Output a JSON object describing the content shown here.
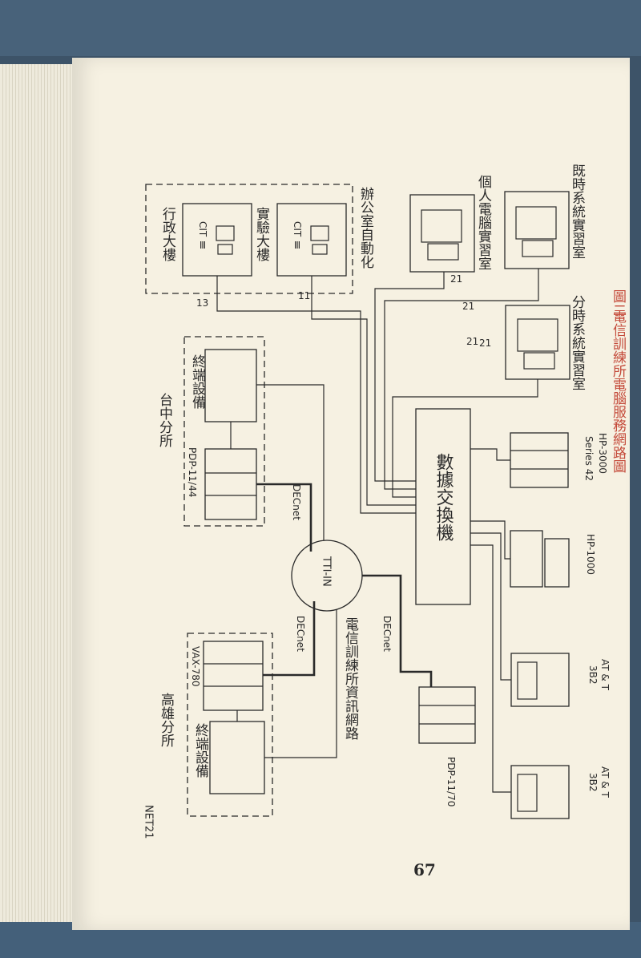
{
  "header": {
    "title": "電信訓練所電腦服務網路圖",
    "figure_label": "圖二"
  },
  "nodes": {
    "instant_lab": "既時系統實習室",
    "pc_lab": "個人電腦實習室",
    "timeshare_lab": "分時系統實習室",
    "office_auto": "辦公室自動化",
    "lab_building": "實驗大樓",
    "admin_building": "行政大樓",
    "cit_101": "CIT Ⅲ",
    "cit_101b": "CIT Ⅲ",
    "taichung": "台中分所",
    "kaohsiung": "高雄分所",
    "terminal_1": "終端設備",
    "terminal_2": "終端設備",
    "pdp_1144": "PDP-11/44",
    "pdp_1170": "PDP-11/70",
    "vax": "VAX-780",
    "hp3000_a": "HP-3000",
    "hp3000_b": "Series 42",
    "hp1000": "HP-1000",
    "att_a1": "AT & T",
    "att_a2": "3B2",
    "att_b1": "AT & T",
    "att_b2": "3B2",
    "switch": "數據交換機",
    "ttin": "TTI-IN",
    "decnet_1": "DECnet",
    "decnet_2": "DECnet",
    "decnet_3": "DECnet",
    "network_caption": "電信訓練所資訊網路"
  },
  "line_labels": {
    "a": "21",
    "b": "21",
    "c": "21",
    "d": "21",
    "e": "11",
    "f": "13"
  },
  "footer": {
    "code": "NET21",
    "page_number": "67"
  },
  "colors": {
    "accent": "#c44a3a",
    "ink": "#2a2a2a",
    "paper": "#f6f1e2"
  }
}
